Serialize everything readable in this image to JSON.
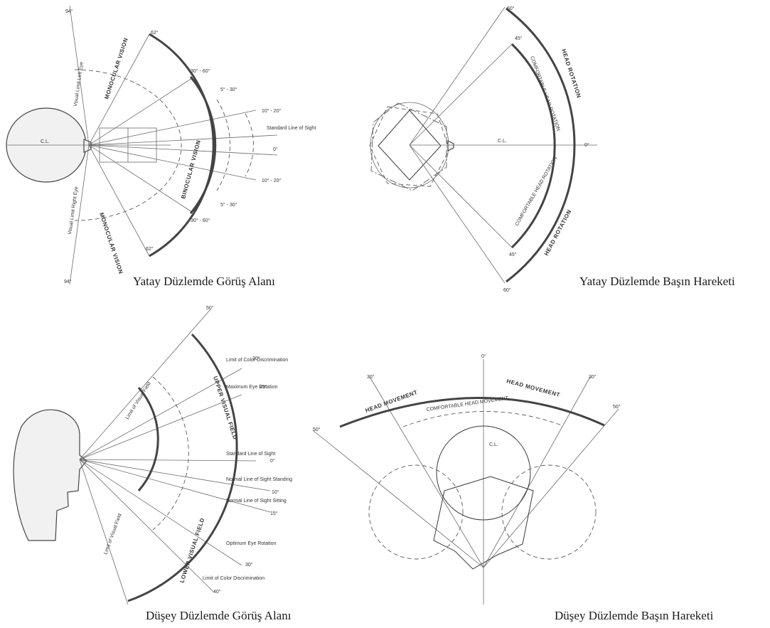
{
  "captions": {
    "top_left": "Yatay Düzlemde Görüş Alanı",
    "top_right": "Yatay Düzlemde Başın Hareketi",
    "bottom_left": "Düşey Düzlemde Görüş Alanı",
    "bottom_right": "Düşey Düzlemde Başın Hareketi"
  },
  "horizontal_vision": {
    "cl": "C.L.",
    "standard_line_of_sight": "Standard Line of Sight",
    "monocular_vision": "MONOCULAR VISION",
    "binocular_vision": "BINOCULAR VISION",
    "visual_limit_left_eye": "Visual Limit Left Eye",
    "visual_limit_right_eye": "Visual Limit Right Eye",
    "angles": [
      "94°",
      "62°",
      "30° - 60°",
      "5° - 30°",
      "10° - 20°",
      "0°",
      "10° - 20°",
      "5° - 30°",
      "30° - 60°",
      "62°",
      "94°"
    ]
  },
  "horizontal_head": {
    "cl": "C.L.",
    "comfortable_head_rotation": "COMFORTABLE HEAD ROTATION",
    "head_rotation": "HEAD ROTATION",
    "angles": [
      "0°",
      "45°",
      "60°",
      "45°",
      "60°"
    ]
  },
  "vertical_vision": {
    "limit_visual_field_upper": "Limit of Visual Field",
    "limit_visual_field_lower": "Limit of Visual Field",
    "upper_visual_field": "UPPER VISUAL FIELD",
    "lower_visual_field": "LOWER VISUAL FIELD",
    "labels": [
      {
        "text": "Limit of Color Discrimination",
        "angle": "30°"
      },
      {
        "text": "Maximum Eye Rotation",
        "angle": "25°"
      },
      {
        "text": "Standard Line of Sight",
        "angle": "0°"
      },
      {
        "text": "Normal Line of Sight Standing",
        "angle": "10°"
      },
      {
        "text": "Normal Line of Sight Sitting",
        "angle": "15°"
      },
      {
        "text": "Optimum Eye Rotation",
        "angle": "30°"
      },
      {
        "text": "Limit of Color Discrimination",
        "angle": "40°"
      }
    ],
    "top_angle": "50°"
  },
  "vertical_head": {
    "cl": "C.L.",
    "head_movement_left": "HEAD MOVEMENT",
    "head_movement_right": "HEAD MOVEMENT",
    "comfortable_head_movement": "COMFORTABLE HEAD MOVEMENT",
    "angles": [
      "0°",
      "30°",
      "30°",
      "50°",
      "50°"
    ]
  }
}
